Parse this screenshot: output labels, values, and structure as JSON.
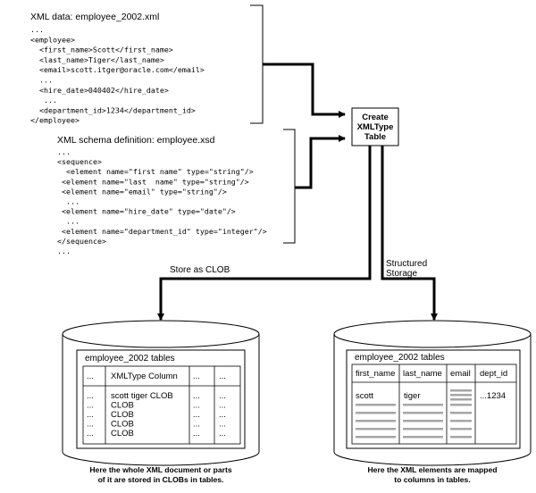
{
  "xml_data": {
    "title": "XML data: employee_2002.xml",
    "lines": [
      "...",
      "<employee>",
      "  <first_name>Scott</first_name>",
      "  <last_name>Tiger</last_name>",
      "  <email>scott.itger@oracle.com</email>",
      "  ...",
      "  <hire_date>040402</hire_date>",
      "   ...",
      "  <department_id>1234</department_id>",
      "</employee>"
    ]
  },
  "xml_schema": {
    "title": "XML schema definition: employee.xsd",
    "lines": [
      "...",
      "<sequence>",
      "  <element name=\"first name\" type=\"string\"/>",
      " <element name=\"last  name\" type=\"string\"/>",
      " <element name=\"email\" type=\"string\"/>",
      "  ...",
      " <element name=\"hire_date\" type=\"date\"/>",
      "  ...",
      " <element name=\"department_id\" type=\"integer\"/>",
      "</sequence>",
      "..."
    ]
  },
  "create_box": {
    "lines": [
      "Create",
      "XMLType",
      "Table"
    ]
  },
  "edge_labels": {
    "clob": "Store as CLOB",
    "structured": [
      "Structured",
      "Storage"
    ]
  },
  "left_db": {
    "title": "employee_2002 tables",
    "header": [
      "...",
      "XMLType Column",
      "...",
      "..."
    ],
    "first_value": "scott tiger CLOB",
    "rows": [
      [
        "...",
        "scott tiger CLOB",
        "...",
        "..."
      ],
      [
        "...",
        "CLOB",
        "...",
        "..."
      ],
      [
        "...",
        "CLOB",
        "...",
        "..."
      ],
      [
        "...",
        "CLOB",
        "...",
        "..."
      ],
      [
        "...",
        "CLOB",
        "...",
        "..."
      ]
    ],
    "caption": [
      "Here the whole XML document or parts",
      "of it are stored in CLOBs in tables."
    ]
  },
  "right_db": {
    "title": "employee_2002 tables",
    "header": [
      "first_name",
      "last_name",
      "email",
      "dept_id"
    ],
    "first_row": [
      "scott",
      "tiger",
      "",
      "...1234"
    ],
    "caption": [
      "Here the XML elements are mapped",
      "to columns in tables."
    ]
  }
}
